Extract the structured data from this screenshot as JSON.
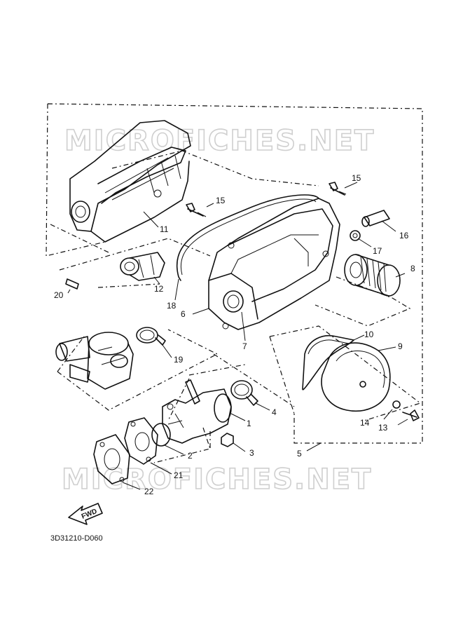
{
  "watermarks": [
    "MICROFICHES.NET",
    "MICROFICHES.NET"
  ],
  "diagram_code": "3D31210-D060",
  "fwd_label": "FWD",
  "callouts": [
    "15",
    "15",
    "16",
    "17",
    "8",
    "11",
    "12",
    "20",
    "18",
    "6",
    "7",
    "10",
    "9",
    "19",
    "4",
    "1",
    "3",
    "2",
    "21",
    "22",
    "14",
    "13",
    "5"
  ]
}
